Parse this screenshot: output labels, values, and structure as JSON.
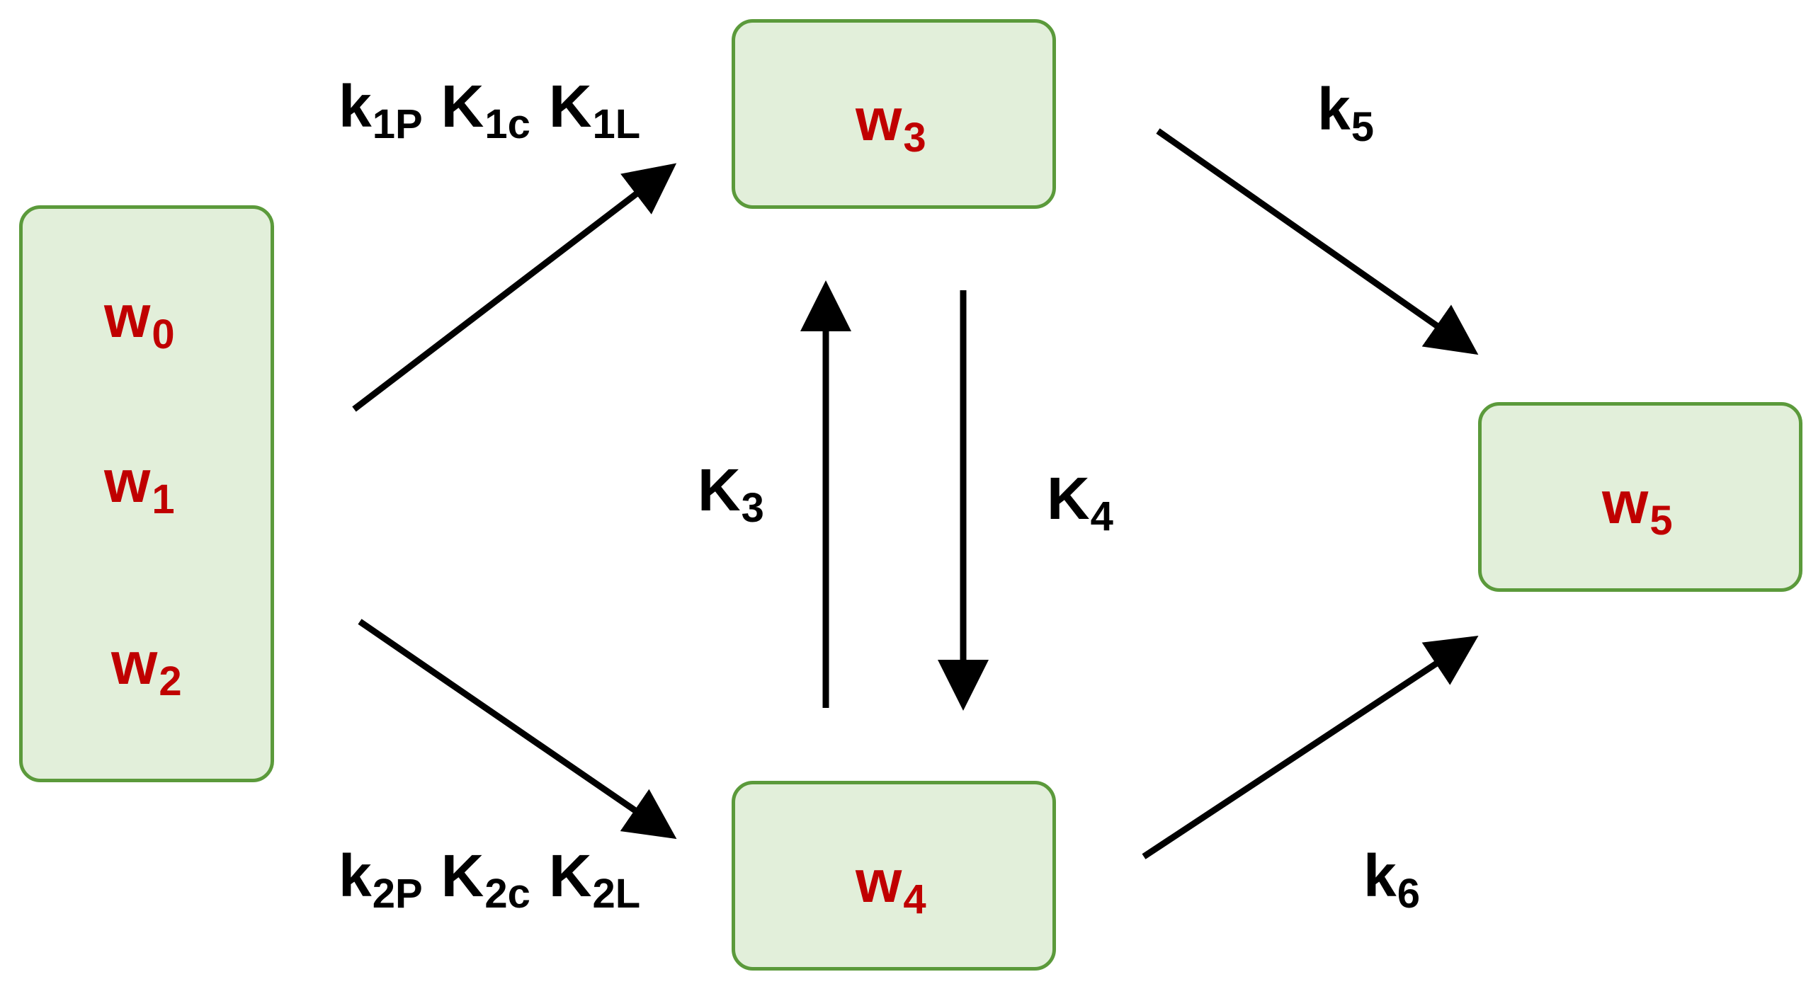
{
  "colors": {
    "node_fill": "#e2efda",
    "node_border": "#5b9a3b",
    "variable_text": "#c00000",
    "rate_text": "#000000",
    "arrow": "#000000"
  },
  "nodes": {
    "input": {
      "items": [
        {
          "base": "w",
          "sub": "0"
        },
        {
          "base": "w",
          "sub": "1"
        },
        {
          "base": "w",
          "sub": "2"
        }
      ]
    },
    "w3": {
      "base": "w",
      "sub": "3"
    },
    "w4": {
      "base": "w",
      "sub": "4"
    },
    "w5": {
      "base": "w",
      "sub": "5"
    }
  },
  "rates": {
    "to_w3": [
      {
        "base": "k",
        "sub": "1P"
      },
      {
        "base": "K",
        "sub": "1c"
      },
      {
        "base": "K",
        "sub": "1L"
      }
    ],
    "to_w4": [
      {
        "base": "k",
        "sub": "2P"
      },
      {
        "base": "K",
        "sub": "2c"
      },
      {
        "base": "K",
        "sub": "2L"
      }
    ],
    "k3": {
      "base": "K",
      "sub": "3"
    },
    "k4": {
      "base": "K",
      "sub": "4"
    },
    "k5": {
      "base": "k",
      "sub": "5"
    },
    "k6": {
      "base": "k",
      "sub": "6"
    }
  }
}
